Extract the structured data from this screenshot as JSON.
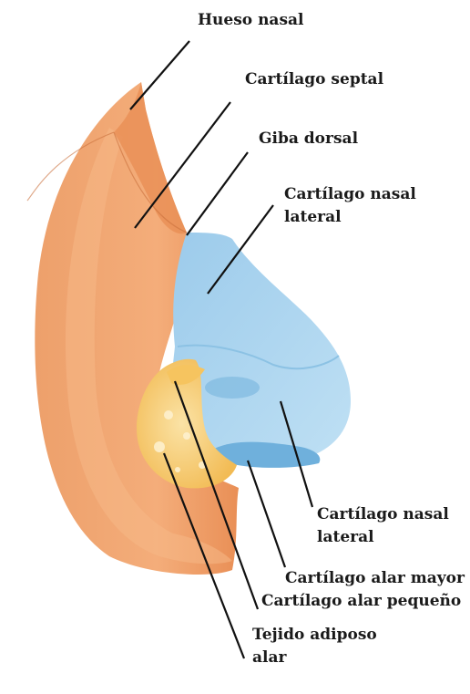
{
  "labels": {
    "hueso_nasal": "Hueso nasal",
    "cartilago_septal": "Cartílago septal",
    "giba_dorsal": "Giba dorsal",
    "cartilago_nasal_lateral_top": [
      "Cartílago nasal",
      "lateral"
    ],
    "cartilago_nasal_lateral_bottom": [
      "Cartílago nasal",
      "lateral"
    ],
    "cartilago_alar_mayor": "Cartílago alar mayor",
    "cartilago_alar_pequeno": "Cartílago alar pequeño",
    "tejido_adiposo_alar": [
      "Tejido adiposo",
      "alar"
    ]
  },
  "colors": {
    "skin": "#f2a36b",
    "skin_dark": "#e88f55",
    "cartilage": "#a9d4ee",
    "cartilage_dark": "#7fb9df",
    "fat": "#f6cc6e",
    "line": "#111111",
    "text": "#1a1a1a"
  }
}
